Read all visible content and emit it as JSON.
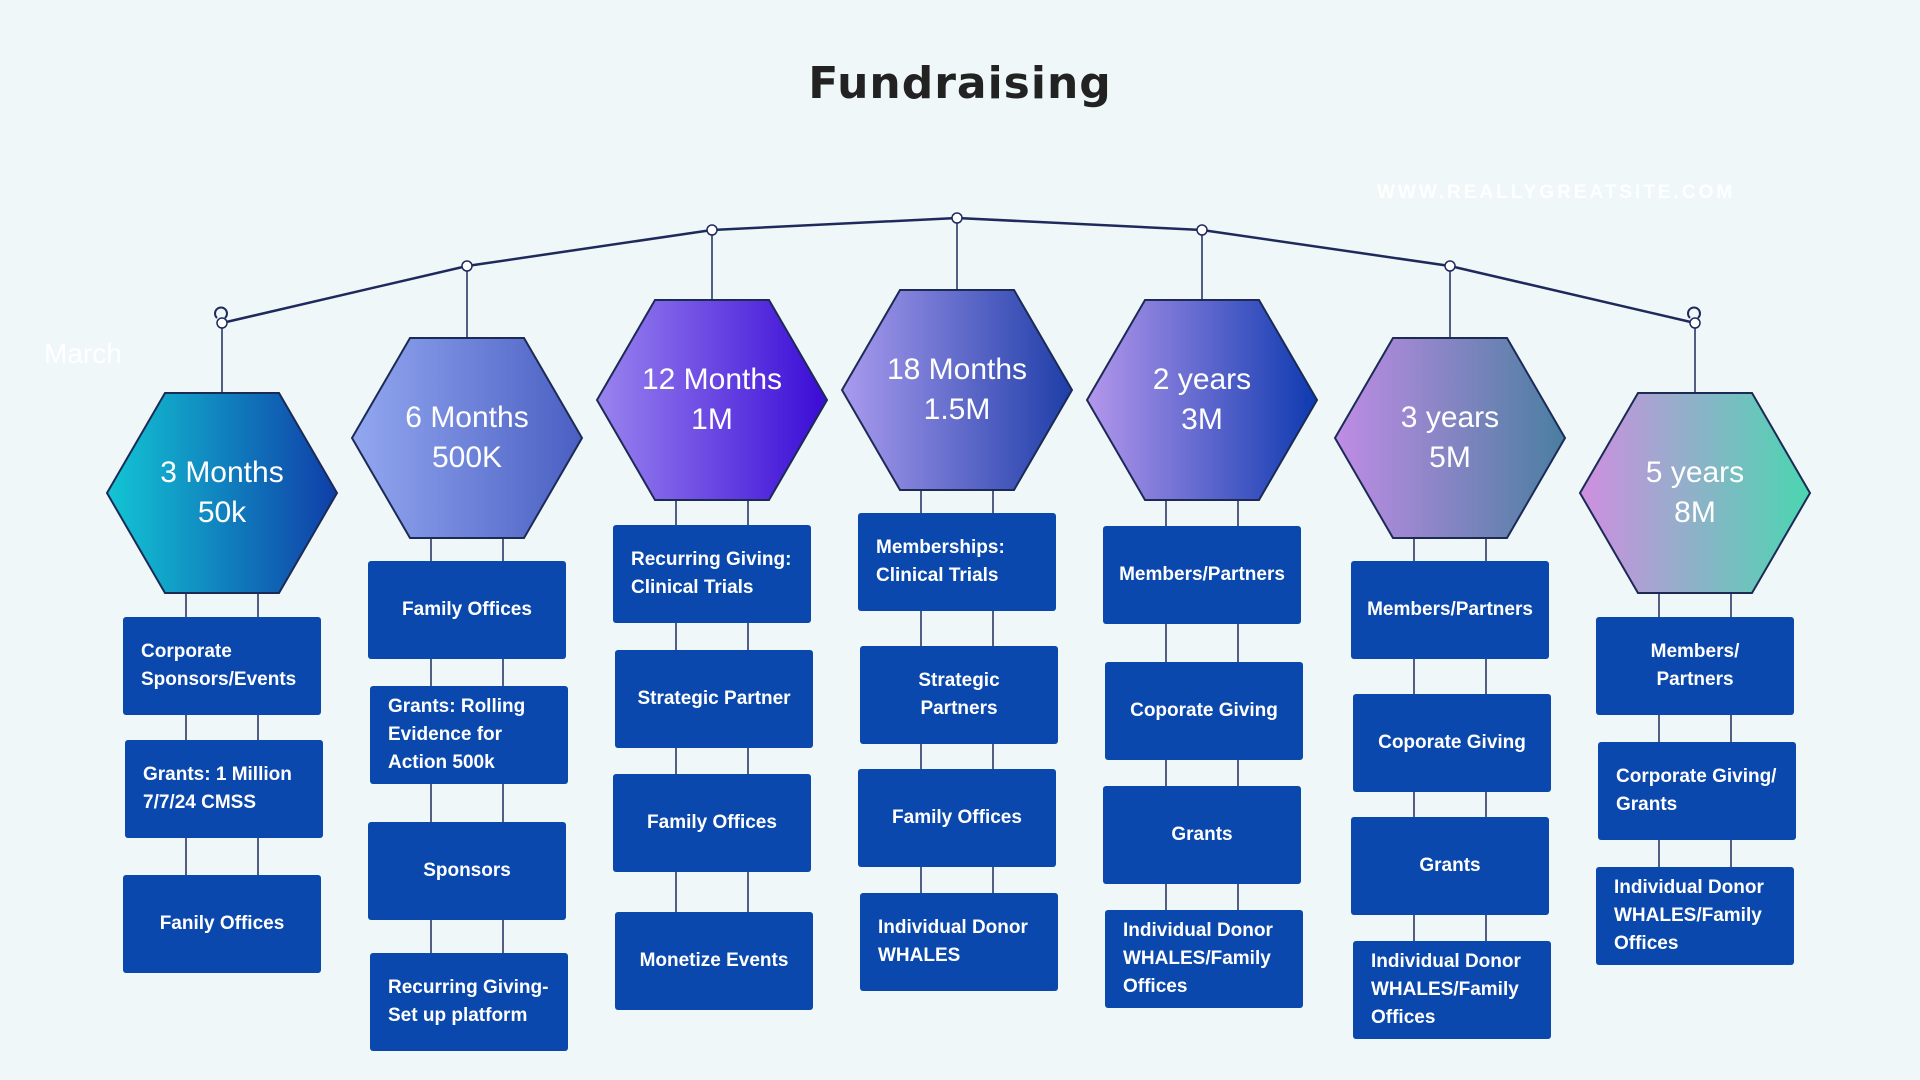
{
  "title": "Fundraising",
  "website": "WWW.REALLYGREATSITE.COM",
  "month_note": "March",
  "colors": {
    "background": "#eff7f8",
    "box": "#0a48ae",
    "line": "#1f2a5c"
  },
  "milestones": [
    {
      "period": "3 Months",
      "amount": "50k",
      "gradient": [
        "#12c6d4",
        "#0f3ea8"
      ],
      "items": [
        "Corporate Sponsors/Events",
        "Grants: 1 Million 7/7/24 CMSS",
        "Fanily Offices"
      ]
    },
    {
      "period": "6 Months",
      "amount": "500K",
      "gradient": [
        "#93a8f0",
        "#4a5fc2"
      ],
      "items": [
        "Family Offices",
        "Grants: Rolling Evidence for Action 500k",
        "Sponsors",
        "Recurring Giving- Set up platform"
      ]
    },
    {
      "period": "12 Months",
      "amount": "1M",
      "gradient": [
        "#9a84ef",
        "#3a0bd6"
      ],
      "items": [
        "Recurring Giving: Clinical Trials",
        "Strategic Partner",
        "Family Offices",
        "Monetize Events"
      ]
    },
    {
      "period": "18 Months",
      "amount": "1.5M",
      "gradient": [
        "#a99bee",
        "#1e3ea8"
      ],
      "items": [
        "Memberships: Clinical Trials",
        "Strategic Partners",
        "Family Offices",
        "Individual Donor WHALES"
      ]
    },
    {
      "period": "2 years",
      "amount": "3M",
      "gradient": [
        "#b497ec",
        "#0e3ab0"
      ],
      "items": [
        "Members/Partners",
        "Coporate Giving",
        "Grants",
        "Individual Donor WHALES/Family Offices"
      ]
    },
    {
      "period": "3 years",
      "amount": "5M",
      "gradient": [
        "#c08ce6",
        "#4a7ea0"
      ],
      "items": [
        "Members/Partners",
        "Coporate Giving",
        "Grants",
        "Individual Donor WHALES/Family Offices"
      ]
    },
    {
      "period": "5 years",
      "amount": "8M",
      "gradient": [
        "#d08ee0",
        "#4ad6b0"
      ],
      "items": [
        "Members/ Partners",
        "Corporate Giving/ Grants",
        "Individual Donor WHALES/Family Offices"
      ]
    }
  ]
}
